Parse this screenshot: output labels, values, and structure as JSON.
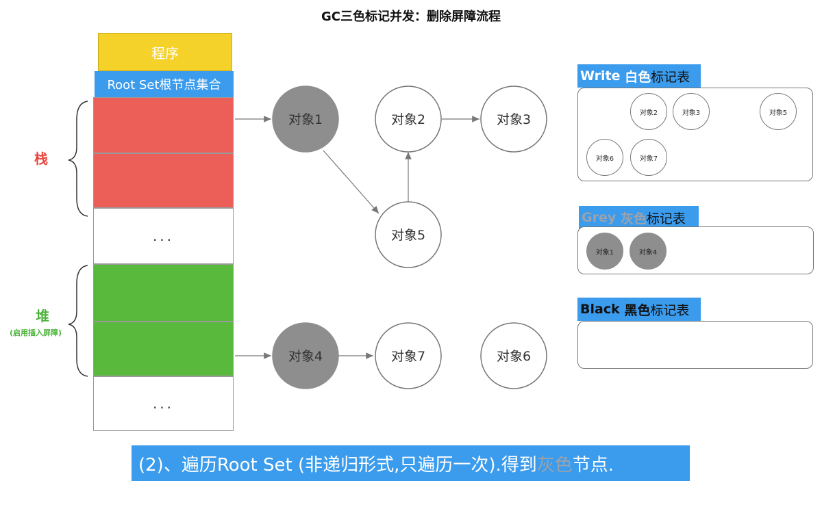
{
  "title": "GC三色标记并发：删除屏障流程",
  "left_panel": {
    "program_label": "程序",
    "rootset_label": "Root Set根节点集合",
    "stack_label": "栈",
    "heap_label": "堆",
    "heap_sublabel": "(启用插入屏障)",
    "ellipsis_1": "...",
    "ellipsis_2": "..."
  },
  "objects": [
    {
      "id": "o1",
      "label": "对象1",
      "state": "grey"
    },
    {
      "id": "o2",
      "label": "对象2",
      "state": "white"
    },
    {
      "id": "o3",
      "label": "对象3",
      "state": "white"
    },
    {
      "id": "o5",
      "label": "对象5",
      "state": "white"
    },
    {
      "id": "o4",
      "label": "对象4",
      "state": "grey"
    },
    {
      "id": "o7",
      "label": "对象7",
      "state": "white"
    },
    {
      "id": "o6",
      "label": "对象6",
      "state": "white"
    }
  ],
  "tables": {
    "white": {
      "title_main": "Write",
      "title_color": "白色",
      "title_rest": "标记表",
      "items": [
        "对象2",
        "对象3",
        "对象5",
        "对象6",
        "对象7"
      ]
    },
    "grey": {
      "title_main": "Grey",
      "title_color": "灰色",
      "title_rest": "标记表",
      "items": [
        "对象1",
        "对象4"
      ]
    },
    "black": {
      "title_main": "Black",
      "title_color": "黑色",
      "title_rest": "标记表",
      "items": []
    }
  },
  "caption": {
    "part1": "(2)、遍历Root Set (非递归形式,只遍历一次).得到",
    "part2": "灰色",
    "part3": "节点."
  },
  "colors": {
    "accent_blue": "#3b9bec",
    "grey_node": "#8e8e8e",
    "stack_red": "#ec5f58",
    "heap_green": "#59b93c",
    "program_yellow": "#f5d22a"
  }
}
